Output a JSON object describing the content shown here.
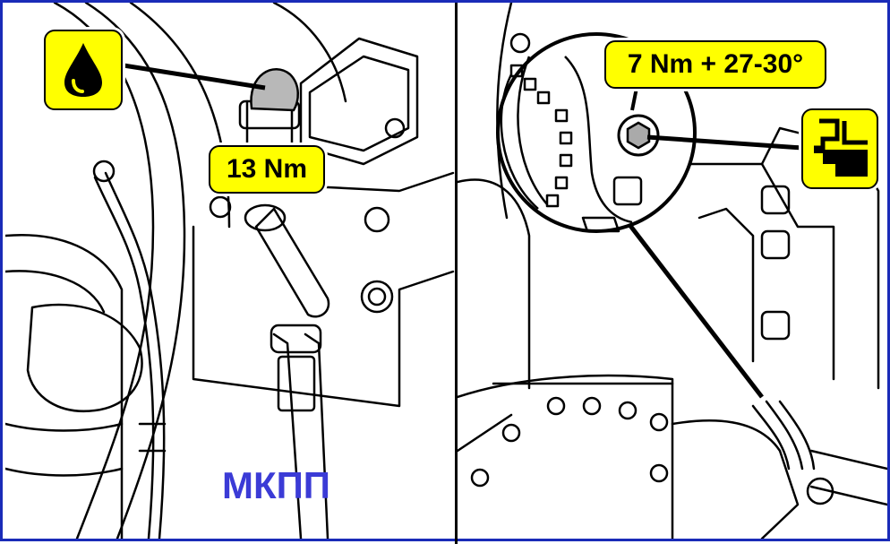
{
  "left_panel": {
    "torque_label": "13 Nm",
    "oil_icon": "oil-drop-icon"
  },
  "right_panel": {
    "torque_label": "7 Nm + 27-30°",
    "sealant_icon": "sealant-bracket-icon"
  },
  "caption": {
    "text": "МКПП",
    "color": "#3b3bd6"
  },
  "colors": {
    "frame": "#1a2bb8",
    "callout_fill": "#ffff00",
    "line": "#000000"
  }
}
